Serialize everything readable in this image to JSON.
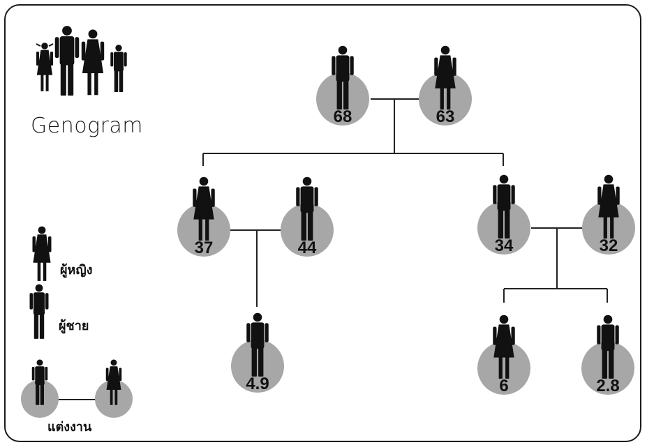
{
  "title": "Genogram",
  "legend": {
    "female_label": "ผู้หญิง",
    "male_label": "ผู้ชาย",
    "married_label": "แต่งงาน"
  },
  "colors": {
    "circle": "#a7a7a7",
    "figure": "#111111",
    "line": "#222222"
  },
  "people": [
    {
      "id": "grandfather",
      "sex": "male",
      "age": "68"
    },
    {
      "id": "grandmother",
      "sex": "female",
      "age": "63"
    },
    {
      "id": "daughter",
      "sex": "female",
      "age": "37"
    },
    {
      "id": "son-in-law",
      "sex": "male",
      "age": "44"
    },
    {
      "id": "son",
      "sex": "male",
      "age": "34"
    },
    {
      "id": "daughter-in-law",
      "sex": "female",
      "age": "32"
    },
    {
      "id": "grandson-1",
      "sex": "male",
      "age": "4.9"
    },
    {
      "id": "granddaughter",
      "sex": "female",
      "age": "6"
    },
    {
      "id": "grandson-2",
      "sex": "male",
      "age": "2.8"
    }
  ]
}
